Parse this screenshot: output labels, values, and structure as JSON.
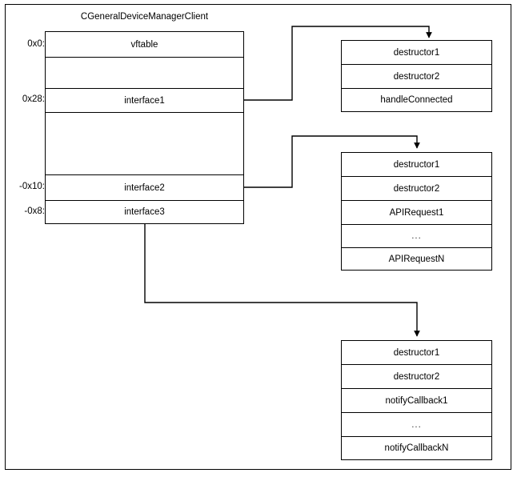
{
  "diagram": {
    "title": "CGeneralDeviceManagerClient",
    "struct": {
      "name": "CGeneralDeviceManagerClient",
      "offsets": [
        "0x0:",
        "0x28:",
        "-0x10:",
        "-0x8:"
      ],
      "rows": [
        {
          "offset": "0x0:",
          "label": "vftable"
        },
        {
          "offset": "",
          "label": ""
        },
        {
          "offset": "0x28:",
          "label": "interface1"
        },
        {
          "offset": "",
          "label": ""
        },
        {
          "offset": "-0x10:",
          "label": "interface2"
        },
        {
          "offset": "-0x8:",
          "label": "interface3"
        }
      ]
    },
    "vtables": [
      {
        "id": "vtable-interface1",
        "entries": [
          "destructor1",
          "destructor2",
          "handleConnected"
        ]
      },
      {
        "id": "vtable-interface2",
        "entries": [
          "destructor1",
          "destructor2",
          "APIRequest1",
          "...",
          "APIRequestN"
        ]
      },
      {
        "id": "vtable-interface3",
        "entries": [
          "destructor1",
          "destructor2",
          "notifyCallback1",
          "...",
          "notifyCallbackN"
        ]
      }
    ],
    "connectors": [
      {
        "from": "interface1",
        "to": "vtable-interface1"
      },
      {
        "from": "interface2",
        "to": "vtable-interface2"
      },
      {
        "from": "interface3",
        "to": "vtable-interface3"
      }
    ],
    "colors": {
      "stroke": "#000000",
      "text": "#000000",
      "background": "#ffffff"
    }
  }
}
